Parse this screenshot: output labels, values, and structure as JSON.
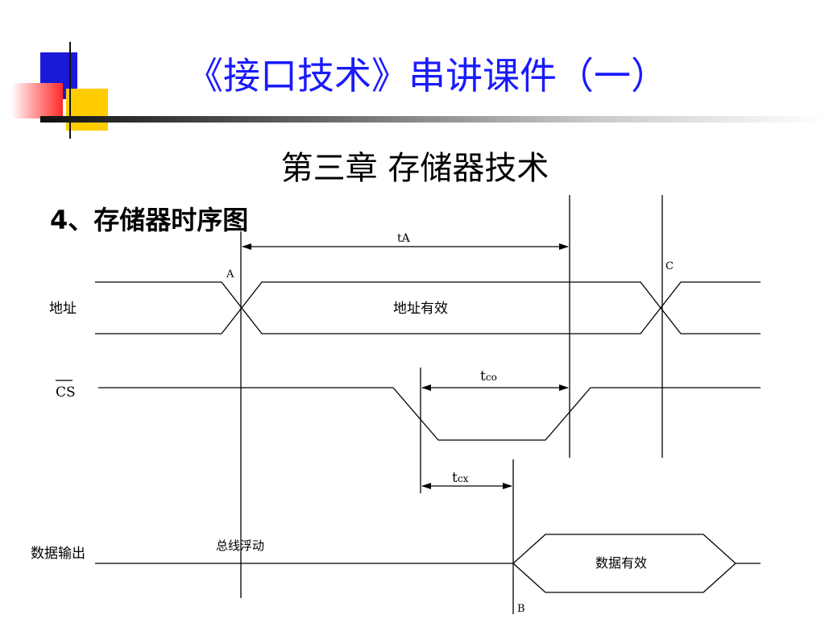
{
  "slide": {
    "title": "《接口技术》串讲课件（一）",
    "chapter": "第三章  存储器技术",
    "section": "4、存储器时序图",
    "title_color": "#1a1aff"
  },
  "diagram": {
    "signals": {
      "address": "地址",
      "cs": "CS",
      "data_out": "数据输出"
    },
    "region_labels": {
      "address_valid": "地址有效",
      "bus_floating": "总线浮动",
      "data_valid": "数据有效"
    },
    "markers": {
      "a": "A",
      "b": "B",
      "c": "C"
    },
    "intervals": {
      "ta": "tA",
      "tco_main": "t",
      "tco_sub": "co",
      "tcx_main": "t",
      "tcx_sub": "cx"
    }
  }
}
